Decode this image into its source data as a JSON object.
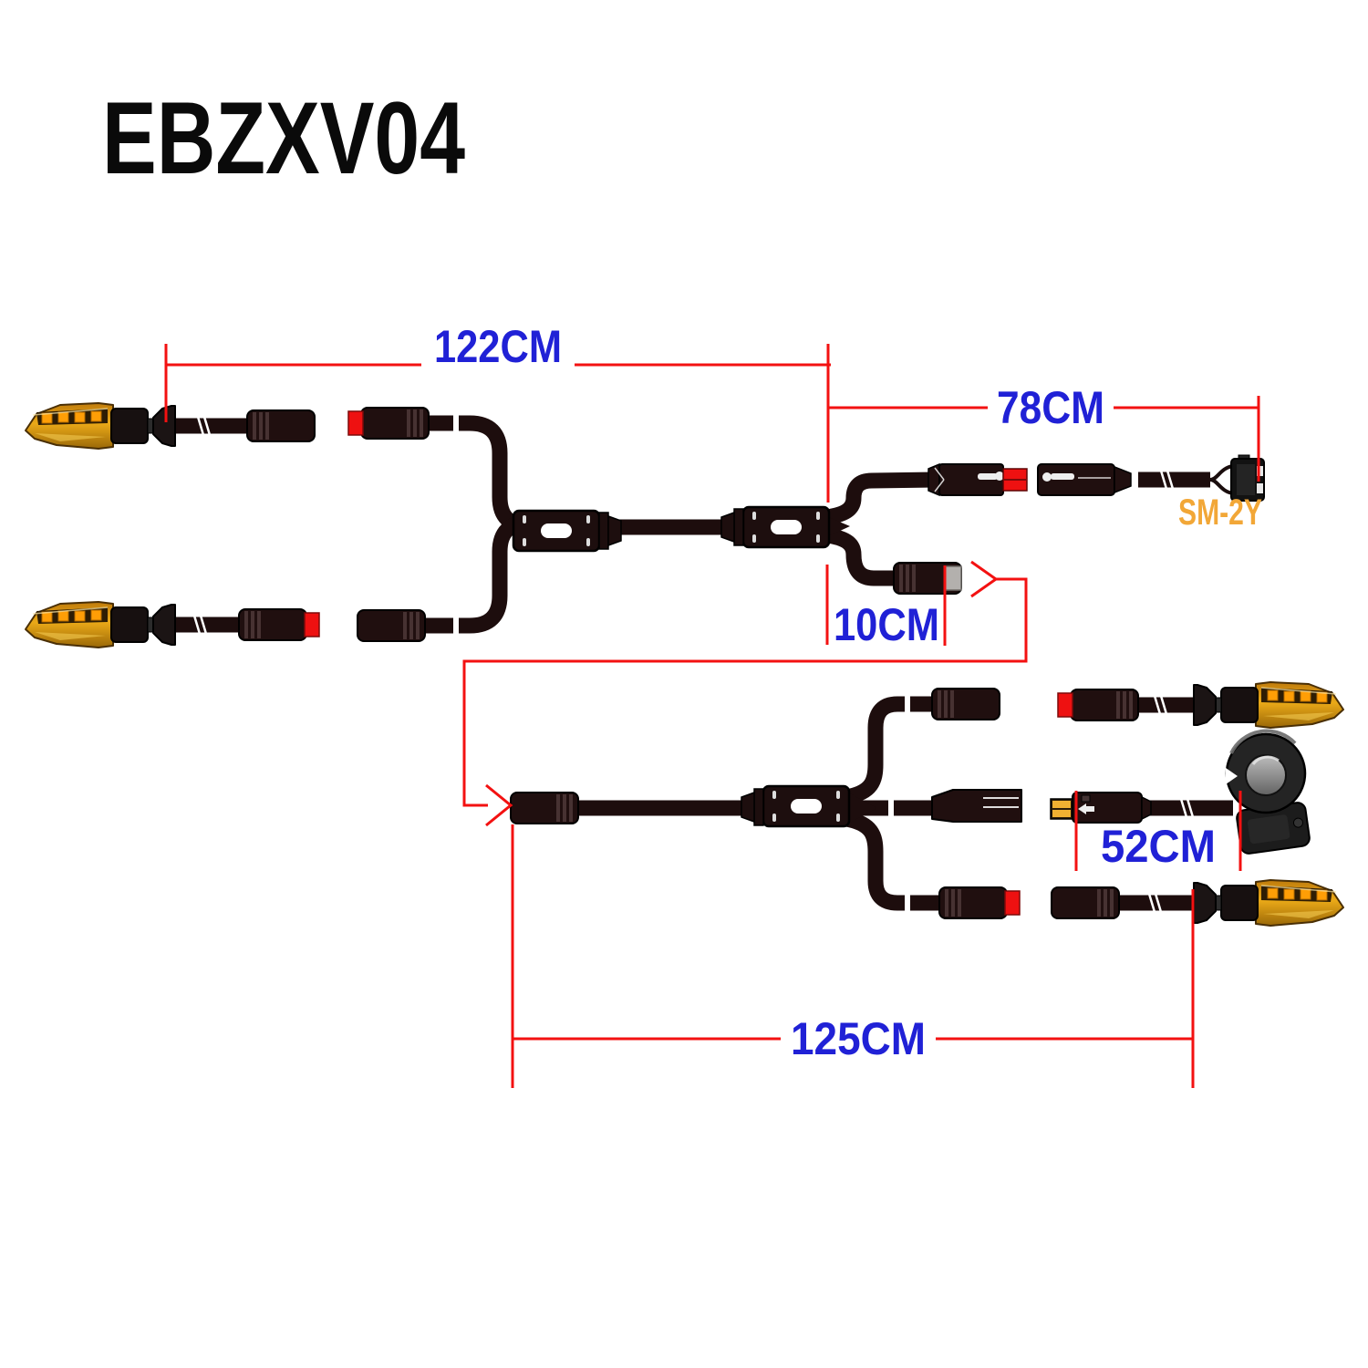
{
  "title": "EBZXV04",
  "dims": {
    "front_harness": "122CM",
    "rear_extension": "78CM",
    "stub": "10CM",
    "switch_cable": "52CM",
    "rear_harness": "125CM"
  },
  "labels": {
    "connector_model": "SM-2Y"
  },
  "colors": {
    "dimension_text_blue": "#2021d6",
    "dimension_line_red": "#f31111",
    "connector_model_orange": "#f2a737",
    "connector_accent_red": "#ee1111",
    "connector_accent_yellow": "#f0b132",
    "lens_amber": "#eaa918",
    "led_orange": "#ff9e06",
    "cable_dark": "#1d0d0d",
    "background": "#ffffff"
  },
  "components": {
    "turn_signal_count": 4,
    "items": [
      "amber-turn-signal-left-upper",
      "amber-turn-signal-left-lower",
      "amber-turn-signal-right-upper",
      "amber-turn-signal-right-lower",
      "front-y-splitter-box",
      "mid-y-splitter-box",
      "rear-y-splitter-box",
      "sm-2y-plug",
      "thumb-switch-handlebar-clamp",
      "yellow-switch-connector"
    ]
  }
}
